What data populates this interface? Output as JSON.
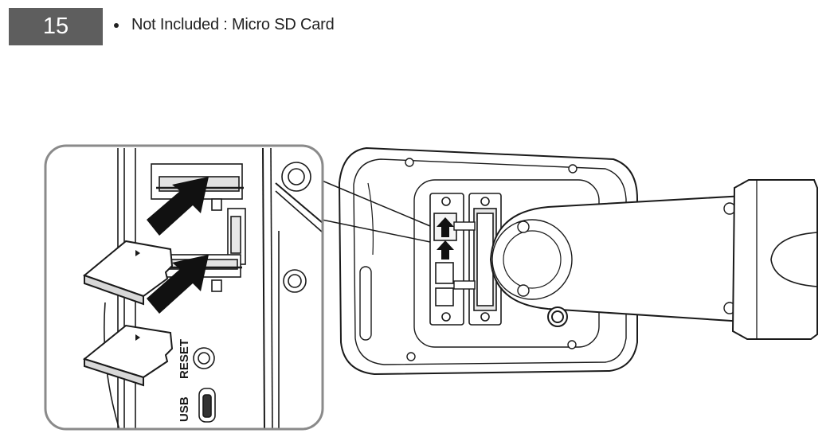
{
  "step": {
    "number": "15"
  },
  "note": {
    "text": "Not Included : Micro SD Card"
  },
  "detail_labels": {
    "reset": "RESET",
    "usb": "USB"
  }
}
